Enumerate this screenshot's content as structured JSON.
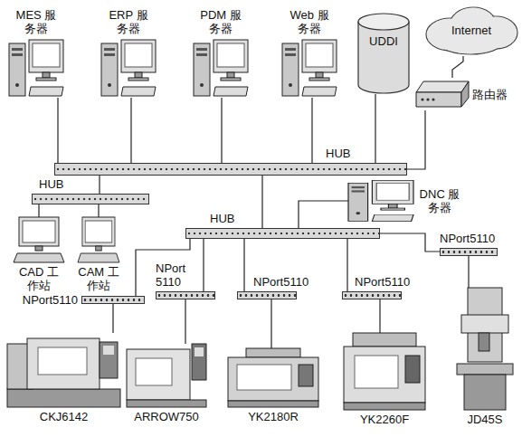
{
  "diagram": {
    "nodes": [
      {
        "text": [
          "MES 服务器"
        ]
      },
      {
        "text": [
          "ERP 服务器"
        ]
      },
      {
        "text": [
          "PDM 服务器"
        ]
      },
      {
        "text": [
          "Web 服务器"
        ]
      },
      {
        "text": [
          "UDDI"
        ]
      },
      {
        "text": [
          "Internet"
        ]
      },
      {
        "text": [
          "HUB"
        ]
      },
      {
        "text": [
          "路由器"
        ]
      },
      {
        "text": [
          "HUB"
        ]
      },
      {
        "text": [
          "HUB"
        ]
      },
      {
        "text": [
          "DNC 服务器"
        ]
      },
      {
        "text": [
          "CAD 工作站"
        ]
      },
      {
        "text": [
          "CAM 工作站"
        ]
      },
      {
        "text": [
          "NPort 5110"
        ]
      },
      {
        "text": [
          "NPort5110"
        ]
      },
      {
        "text": [
          "NPort5110"
        ]
      },
      {
        "text": [
          "NPort5110"
        ]
      },
      {
        "text": [
          "NPort5110"
        ]
      },
      {
        "text": [
          "CKJ6142"
        ]
      },
      {
        "text": [
          "ARROW750"
        ]
      },
      {
        "text": [
          "YK2180R"
        ]
      },
      {
        "text": [
          "YK2260F"
        ]
      },
      {
        "text": [
          "JD45S"
        ]
      }
    ],
    "edges": [
      {
        "from": 0,
        "to": 6,
        "arrow": "none"
      },
      {
        "from": 1,
        "to": 6,
        "arrow": "none"
      },
      {
        "from": 2,
        "to": 6,
        "arrow": "none"
      },
      {
        "from": 3,
        "to": 6,
        "arrow": "none"
      },
      {
        "from": 4,
        "to": 6,
        "arrow": "none"
      },
      {
        "from": 5,
        "to": 7,
        "arrow": "none"
      },
      {
        "from": 7,
        "to": 6,
        "arrow": "none"
      },
      {
        "from": 6,
        "to": 8,
        "arrow": "none"
      },
      {
        "from": 6,
        "to": 9,
        "arrow": "none"
      },
      {
        "from": 9,
        "to": 10,
        "arrow": "none"
      },
      {
        "from": 8,
        "to": 11,
        "arrow": "none"
      },
      {
        "from": 8,
        "to": 12,
        "arrow": "none"
      },
      {
        "from": 9,
        "to": 17,
        "arrow": "none"
      },
      {
        "from": 9,
        "to": 13,
        "arrow": "none"
      },
      {
        "from": 9,
        "to": 14,
        "arrow": "none"
      },
      {
        "from": 9,
        "to": 15,
        "arrow": "none"
      },
      {
        "from": 9,
        "to": 16,
        "arrow": "none"
      },
      {
        "from": 17,
        "to": 18,
        "arrow": "none"
      },
      {
        "from": 13,
        "to": 19,
        "arrow": "none"
      },
      {
        "from": 14,
        "to": 20,
        "arrow": "none"
      },
      {
        "from": 15,
        "to": 21,
        "arrow": "none"
      },
      {
        "from": 16,
        "to": 22,
        "arrow": "none"
      }
    ]
  }
}
